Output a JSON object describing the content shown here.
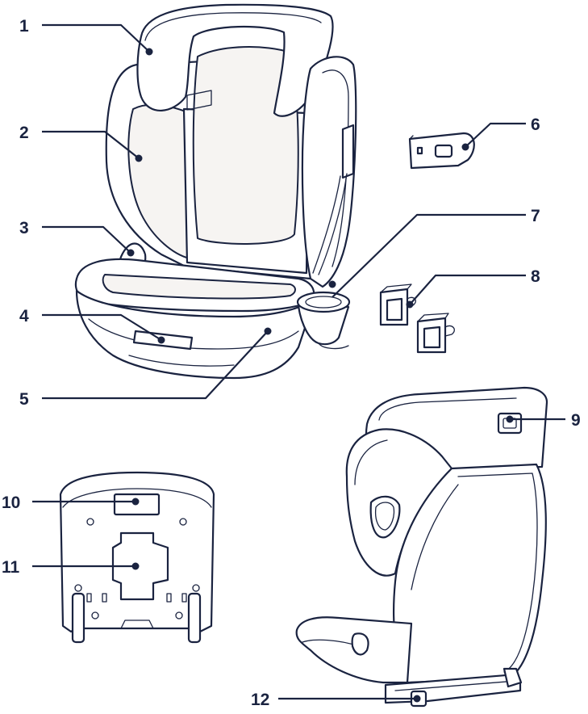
{
  "colors": {
    "line": "#1a2340",
    "background": "#ffffff",
    "fill": "#f6f4f2"
  },
  "callouts": [
    {
      "id": "1",
      "label": "1"
    },
    {
      "id": "2",
      "label": "2"
    },
    {
      "id": "3",
      "label": "3"
    },
    {
      "id": "4",
      "label": "4"
    },
    {
      "id": "5",
      "label": "5"
    },
    {
      "id": "6",
      "label": "6"
    },
    {
      "id": "7",
      "label": "7"
    },
    {
      "id": "8",
      "label": "8"
    },
    {
      "id": "9",
      "label": "9"
    },
    {
      "id": "10",
      "label": "10"
    },
    {
      "id": "11",
      "label": "11"
    },
    {
      "id": "12",
      "label": "12"
    }
  ]
}
